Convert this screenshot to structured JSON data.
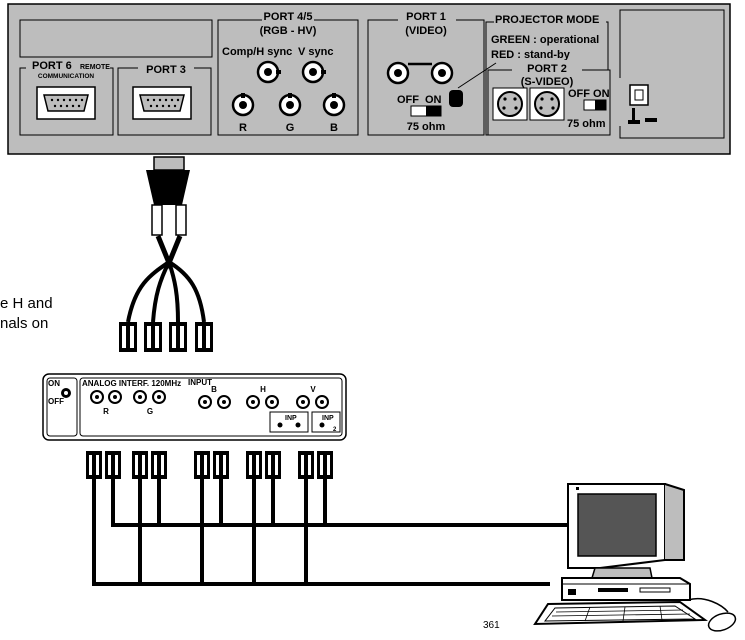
{
  "panel": {
    "port45_title": "PORT 4/5",
    "port45_sub": "(RGB - HV)",
    "comp_h_sync": "Comp/H sync",
    "v_sync": "V sync",
    "r": "R",
    "g": "G",
    "b": "B",
    "port1_title": "PORT 1",
    "port1_sub": "(VIDEO)",
    "off": "OFF",
    "on": "ON",
    "ohm": "75 ohm",
    "projector_mode": "PROJECTOR MODE",
    "green_mode": "GREEN : operational",
    "red_mode": "RED : stand-by",
    "port2_title": "PORT 2",
    "port2_sub": "(S-VIDEO)",
    "port2_offon": "OFF ON",
    "port2_ohm": "75 ohm",
    "port6": "PORT 6",
    "port6_remote": "REMOTE",
    "port6_comm": "COMMUNICATION",
    "port3": "PORT 3"
  },
  "interface_box": {
    "on": "ON",
    "off": "OFF",
    "title": "ANALOG INTERF. 120MHz",
    "input": "INPUT",
    "r": "R",
    "g": "G",
    "b": "B",
    "h": "H",
    "v": "V",
    "inp": "INP",
    "inp_num": "2"
  },
  "side_text": {
    "line1": "e H and",
    "line2": "nals  on"
  },
  "figure_number": "361"
}
